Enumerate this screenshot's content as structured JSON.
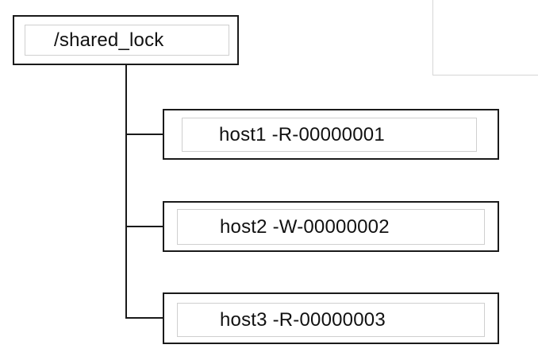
{
  "diagram": {
    "root": {
      "label": "/shared_lock"
    },
    "children": [
      {
        "label": "host1 -R-00000001"
      },
      {
        "label": "host2 -W-00000002"
      },
      {
        "label": "host3 -R-00000003"
      }
    ]
  },
  "colors": {
    "line": "#1a1a1a",
    "inner_border": "#cfcfcf",
    "background": "#ffffff"
  }
}
